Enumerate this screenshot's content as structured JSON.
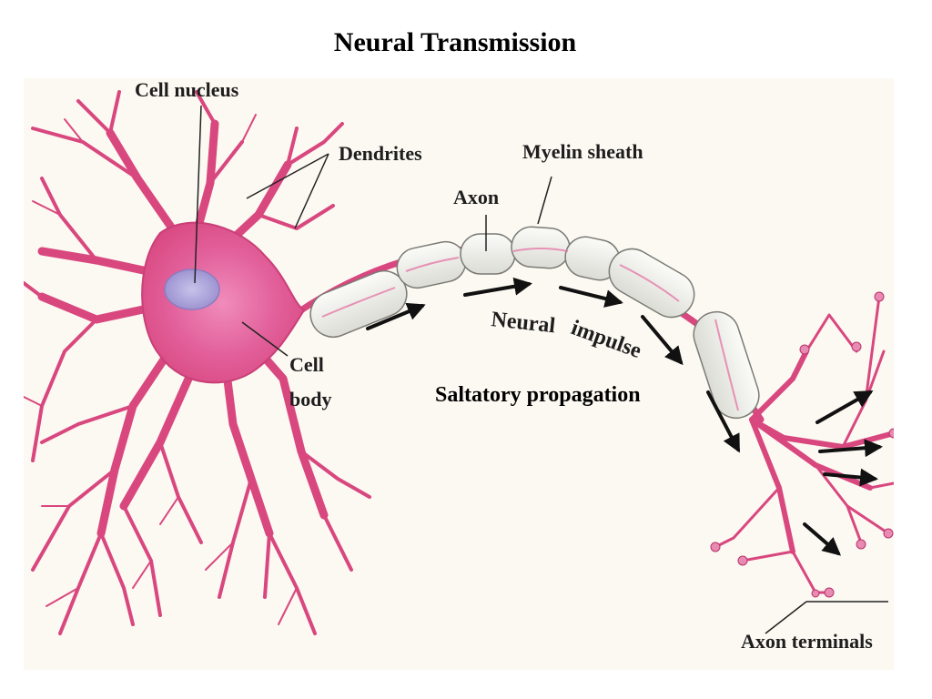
{
  "slide": {
    "title": "Neural Transmission",
    "subtitle": "Saltatory propagation"
  },
  "labels": {
    "cell_nucleus": "Cell nucleus",
    "dendrites": "Dendrites",
    "axon": "Axon",
    "myelin_sheath": "Myelin sheath",
    "cell_body_line1": "Cell",
    "cell_body_line2": "body",
    "neural_impulse_1": "Neural",
    "neural_impulse_2": "impulse",
    "axon_terminals": "Axon terminals"
  },
  "colors": {
    "background": "#fcf9f2",
    "neuron": "#d9477f",
    "soma": "#e05e98",
    "nucleus": "#a9a8d8",
    "myelin": "#efeee9",
    "label": "#1e1e1e",
    "arrow": "#111111"
  }
}
